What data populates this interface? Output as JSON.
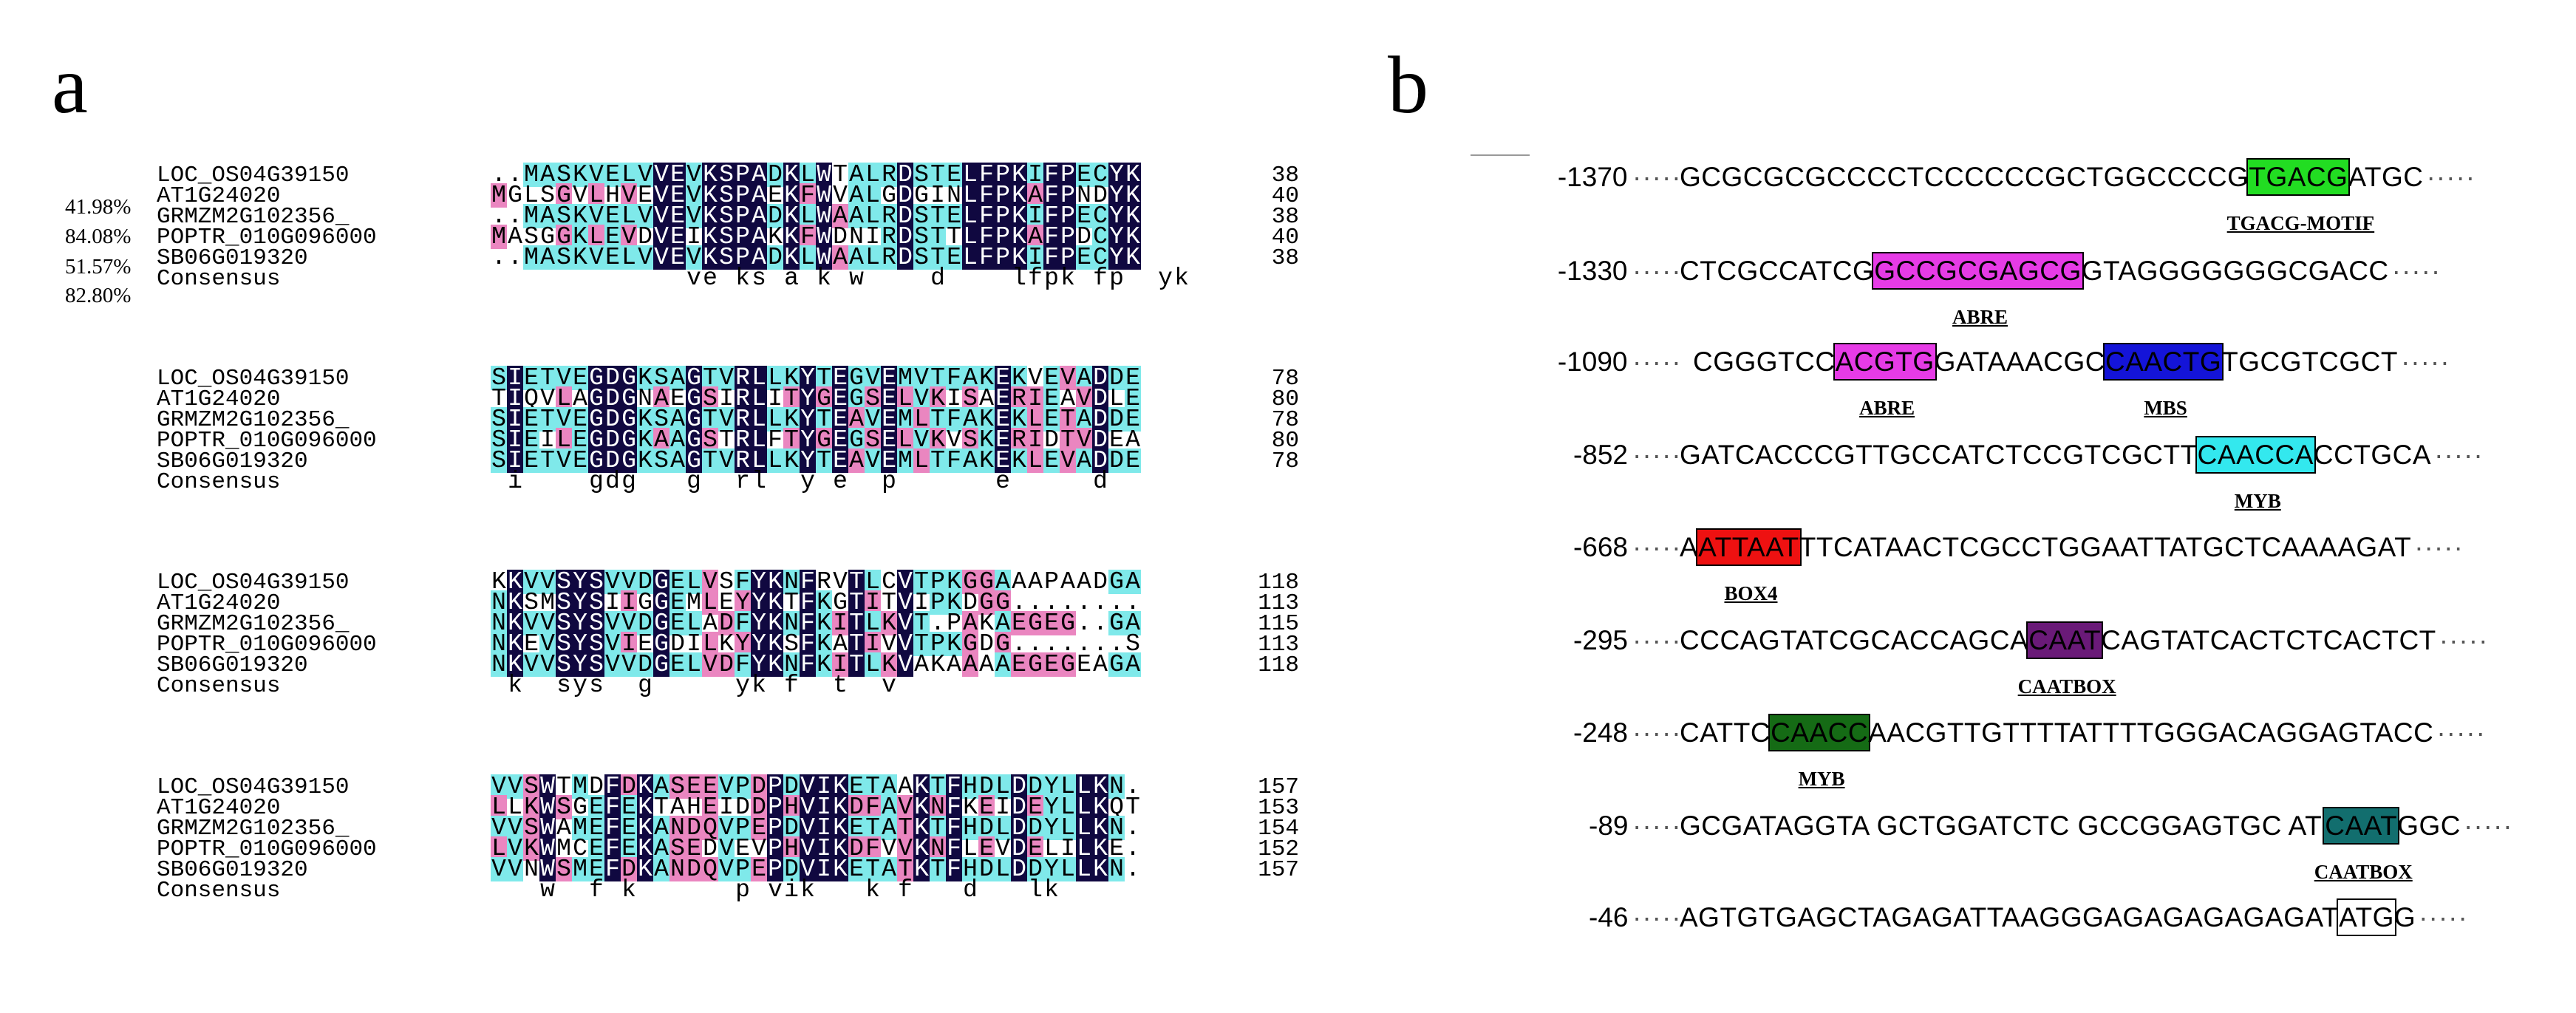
{
  "panels": {
    "a": "a",
    "b": "b"
  },
  "panel_a": {
    "percent_labels": [
      "41.98%",
      "84.08%",
      "51.57%",
      "82.80%"
    ],
    "colors": {
      "identical": "#100840",
      "high": "#7fe9ea",
      "partial": "#ea86c0"
    },
    "blocks": [
      {
        "rows": [
          {
            "name": "LOC_OS04G39150",
            "seq": "..MASKVELVVEVKSPADKLWTALRDSTELFPKIFPECYK",
            "num": "38"
          },
          {
            "name": "AT1G24020",
            "seq": "MGLSGVLHVEVEVKSPAEKFWVALGDGINLFPKAFPNDYK",
            "num": "40"
          },
          {
            "name": "GRMZM2G102356_",
            "seq": "..MASKVELVVEVKSPADKLWAALRDSTELFPKIFPECYK",
            "num": "38"
          },
          {
            "name": "POPTR_010G096000",
            "seq": "MASGGKLEVDVEIKSPAKKFWDNIRDSTTLFPKAFPDCYK",
            "num": "40"
          },
          {
            "name": "SB06G019320",
            "seq": "..MASKVELVVEVKSPADKLWAALRDSTELFPKIFPECYK",
            "num": "38"
          },
          {
            "name": "Consensus",
            "seq": "            ve ks a k w    d    lfpk fp  yk",
            "num": ""
          }
        ]
      },
      {
        "rows": [
          {
            "name": "LOC_OS04G39150",
            "seq": "SIETVEGDGKSAGTVRLLKYTEGVEMVTFAKEKVEVADDE",
            "num": "78"
          },
          {
            "name": "AT1G24020",
            "seq": "TIQVLAGDGNAEGSIRLITYGEGSELVKISAERIEAVDLE",
            "num": "80"
          },
          {
            "name": "GRMZM2G102356_",
            "seq": "SIETVEGDGKSAGTVRLLKYTEAVEMLTFAKEKLETADDE",
            "num": "78"
          },
          {
            "name": "POPTR_010G096000",
            "seq": "SIEILEGDGKAAGSTRLFTYGEGSELVKVSKERIDTVDEA",
            "num": "80"
          },
          {
            "name": "SB06G019320",
            "seq": "SIETVEGDGKSAGTVRLLKYTEAVEMLTFAKEKLEVADDE",
            "num": "78"
          },
          {
            "name": "Consensus",
            "seq": " i    gdg   g  rl  y e  p      e     d",
            "num": ""
          }
        ]
      },
      {
        "rows": [
          {
            "name": "LOC_OS04G39150",
            "seq": "KKVVSYSVVDGELVSFYKNFRVTLCVTPKGGAAAPAADGA",
            "num": "118"
          },
          {
            "name": "AT1G24020",
            "seq": "NKSMSYSIIGGEMLEYYKTFKGTITVIPKDGG........",
            "num": "113"
          },
          {
            "name": "GRMZM2G102356_",
            "seq": "NKVVSYSVVDGELADFYKNFKITLKVT.PAKAEGEG..GA",
            "num": "115"
          },
          {
            "name": "POPTR_010G096000",
            "seq": "NKEVSYSVIEGDILKYYKSFKATIVVTPKGDG.......S",
            "num": "113"
          },
          {
            "name": "SB06G019320",
            "seq": "NKVVSYSVVDGELVDFYKNFKITLKVAKAAAAEGEGEAGA",
            "num": "118"
          },
          {
            "name": "Consensus",
            "seq": " k  sys  g     yk f  t  v",
            "num": ""
          }
        ]
      },
      {
        "rows": [
          {
            "name": "LOC_OS04G39150",
            "seq": "VVSWTMDFDKASEEVPDPDVIKETAAKTFHDLDDYLLKN.",
            "num": "157"
          },
          {
            "name": "AT1G24020",
            "seq": "LLKWSGEFEKTAHEIDDPHVIKDFAVKNFKEIDEYLLKQT",
            "num": "153"
          },
          {
            "name": "GRMZM2G102356_",
            "seq": "VVSWAMEFEKANDQVPEPDVIKETATKTFHDLDDYLLKN.",
            "num": "154"
          },
          {
            "name": "POPTR_010G096000",
            "seq": "LVKWMCEFEKASEDVEVPHVIKDFVVKNFLEVDELILKE.",
            "num": "152"
          },
          {
            "name": "SB06G019320",
            "seq": "VVNWSMEFDKANDQVPEPDVIKETATKTFHDLDDYLLKN.",
            "num": "157"
          },
          {
            "name": "Consensus",
            "seq": "   w  f k      p vik   k f   d   lk",
            "num": ""
          }
        ]
      }
    ]
  },
  "panel_b": {
    "colors": {
      "tgacg": "#22dd22",
      "abre": "#e63be6",
      "mbs": "#1414d8",
      "myb1": "#33e8ee",
      "box4": "#ee1111",
      "caatbox1": "#6a1a78",
      "myb2": "#156b15",
      "caatbox2": "#126e6e",
      "atg": "#ffffff"
    },
    "lines": [
      {
        "pos": "-1370",
        "pre": "GCGCGCGCCCCTCCCCCCGCTGGCCCCG",
        "boxes": [
          {
            "text": "TGACG",
            "color": "tgacg",
            "label": "TGACG-MOTIF"
          }
        ],
        "post": "ATGC"
      },
      {
        "pos": "-1330",
        "pre": "CTCGCCATCG",
        "boxes": [
          {
            "text": "GCCGCGAGCG",
            "color": "abre",
            "label": "ABRE"
          }
        ],
        "post": "GTAGGGGGGGCGACC"
      },
      {
        "pos": "-1090",
        "pre": "CGGGTCC",
        "boxes": [
          {
            "text": "ACGTG",
            "color": "abre",
            "label": "ABRE"
          },
          {
            "text": "CAACTG",
            "color": "mbs",
            "label": "MBS"
          }
        ],
        "mid": "GATAAACGC",
        "post": "TGCGTCGCT"
      },
      {
        "pos": "-852",
        "pre": "GATCACCCGTTGCCATCTCCGTCGCTT",
        "boxes": [
          {
            "text": "CAACCA",
            "color": "myb1",
            "label": "MYB"
          }
        ],
        "post": "CCTGCA"
      },
      {
        "pos": "-668",
        "pre": "",
        "boxes": [
          {
            "text": "ATTAAT",
            "color": "box4",
            "label": "BOX4"
          }
        ],
        "pre_char": "A",
        "post": "TTCATAACTCGCCTGGAATTATGCTCAAAAGAT"
      },
      {
        "pos": "-295",
        "pre": "CCCAGTATCGCACCAGCA",
        "boxes": [
          {
            "text": "CAAT",
            "color": "caatbox1",
            "label": "CAATBOX"
          }
        ],
        "post": "CAGTATCACTCTCACTCT"
      },
      {
        "pos": "-248",
        "pre": "CATTC",
        "boxes": [
          {
            "text": "CAACC",
            "color": "myb2",
            "label": "MYB"
          }
        ],
        "post": "AACGTTGTTTTATTTTGGGACAGGAGTACC"
      },
      {
        "pos": "-89",
        "pre": "GCGATAGGTA GCTGGATCTC GCCGGAGTGC AT",
        "boxes": [
          {
            "text": "CAAT",
            "color": "caatbox2",
            "label": "CAATBOX"
          }
        ],
        "post": "GGC"
      },
      {
        "pos": "-46",
        "pre": "AGTGTGAGCTAGAGATTAAGGGAGAGAGAGAGAT",
        "boxes": [
          {
            "text": "ATG",
            "color": "atg",
            "label": ""
          }
        ],
        "post": "G"
      }
    ]
  }
}
